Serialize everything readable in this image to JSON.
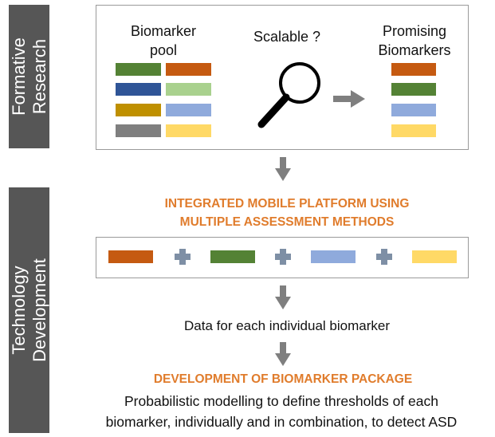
{
  "sections": {
    "formative": "Formative\nResearch",
    "technology": "Technology\nDevelopment"
  },
  "formative_box": {
    "pool_label": "Biomarker\npool",
    "scalable_label": "Scalable ?",
    "promising_label": "Promising\nBiomarkers"
  },
  "colors": {
    "orange": "#c55a11",
    "light_orange": "#e07c2c",
    "green": "#548235",
    "blue": "#2f5597",
    "light_green": "#a9d18e",
    "gold": "#bf9000",
    "light_blue": "#8faadc",
    "gray": "#7f7f7f",
    "yellow": "#ffd966",
    "section_gray": "#565656",
    "arrow_gray": "#7f7f7f",
    "plus_blue_gray": "#7e8fa5"
  },
  "icons": {
    "magnifier": "magnifying-glass-icon",
    "arrow_right": "arrow-right-icon",
    "arrow_down": "arrow-down-icon",
    "plus": "plus-icon"
  },
  "platform": {
    "heading": "INTEGRATED MOBILE PLATFORM USING\nMULTIPLE ASSESSMENT METHODS"
  },
  "data_label": "Data for each individual biomarker",
  "package": {
    "heading": "DEVELOPMENT OF BIOMARKER PACKAGE",
    "description": "Probabilistic modelling to define thresholds of each\nbiomarker, individually and in combination, to detect ASD"
  }
}
